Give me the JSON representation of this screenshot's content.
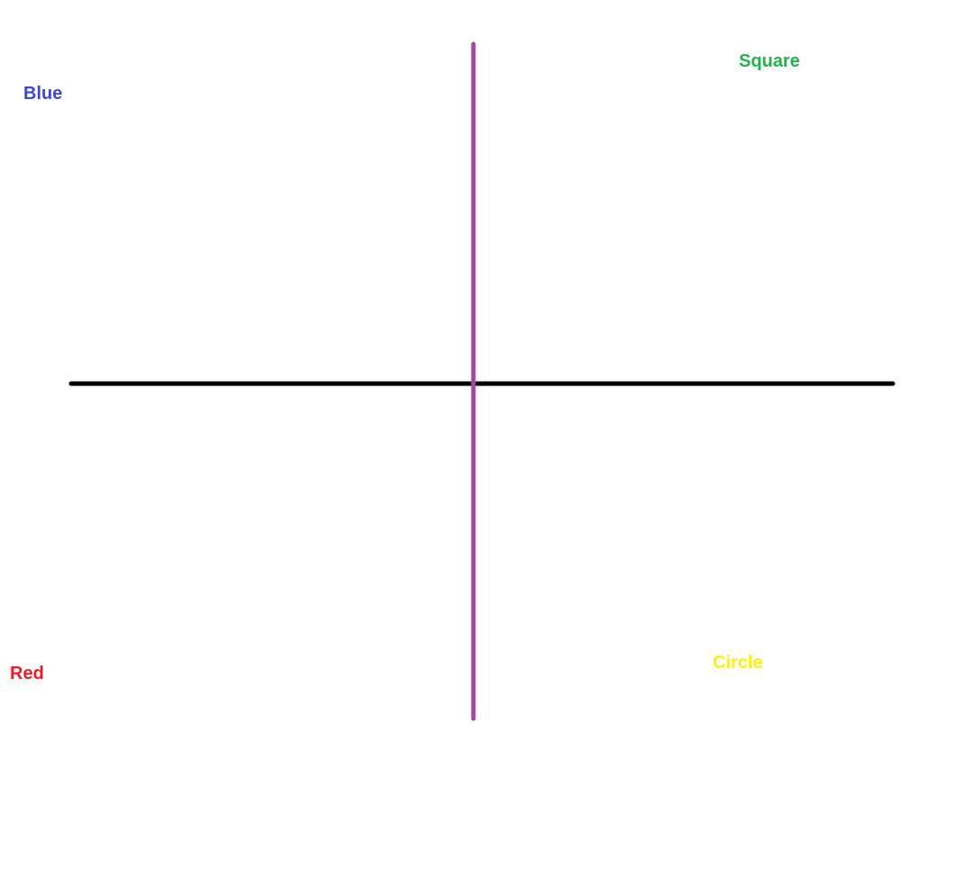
{
  "labels": {
    "top_left": {
      "text": "Blue",
      "color": "#3f48cc"
    },
    "top_right": {
      "text": "Square",
      "color": "#22b14c"
    },
    "bottom_left": {
      "text": "Red",
      "color": "#ed1c24"
    },
    "bottom_right": {
      "text": "Circle",
      "color": "#fff200"
    }
  },
  "axes": {
    "horizontal_color": "#000000",
    "vertical_color": "#a349a4"
  }
}
